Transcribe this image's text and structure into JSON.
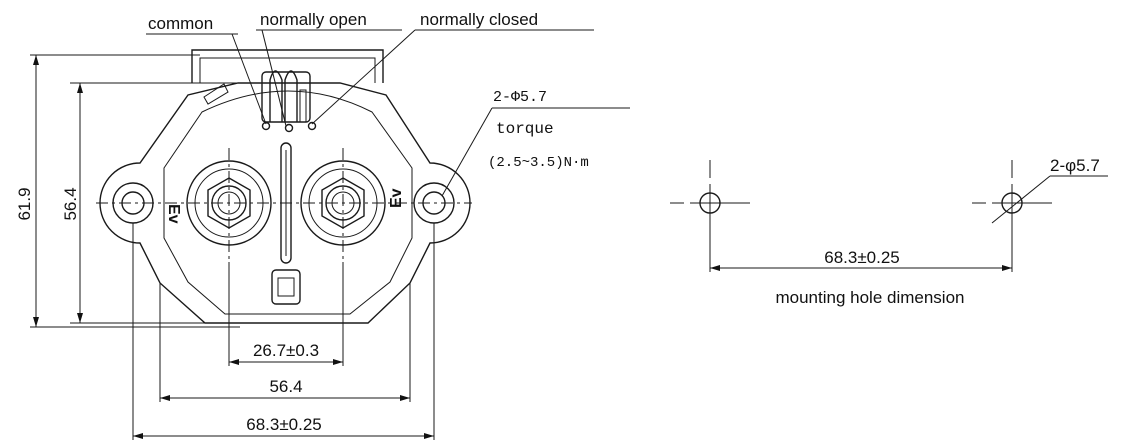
{
  "terminal_labels": {
    "common": "common",
    "normally_open": "normally open",
    "normally_closed": "normally closed"
  },
  "hole_spec": {
    "hole": "2-Φ5.7",
    "torque_label": "torque",
    "torque_value": "(2.5~3.5)N·m"
  },
  "dimensions": {
    "overall_height": "61.9",
    "body_height": "56.4",
    "terminal_spacing": "26.7±0.3",
    "body_width": "56.4",
    "hole_spacing": "68.3±0.25"
  },
  "mounting_view": {
    "hole_spacing": "68.3±0.25",
    "hole_label": "2-φ5.7",
    "caption": "mounting hole dimension"
  }
}
